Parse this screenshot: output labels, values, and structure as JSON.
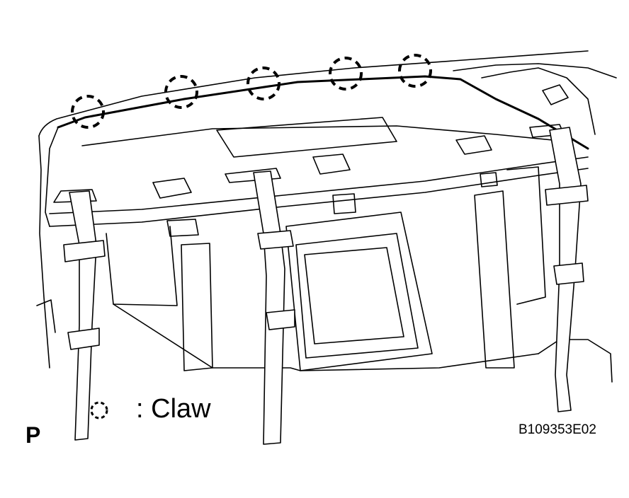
{
  "legend": {
    "symbol": ":",
    "label": "Claw"
  },
  "page_marker": "P",
  "figure_id": "B109353E02",
  "icons": {
    "claw_marker": "dashed-circle-icon"
  }
}
